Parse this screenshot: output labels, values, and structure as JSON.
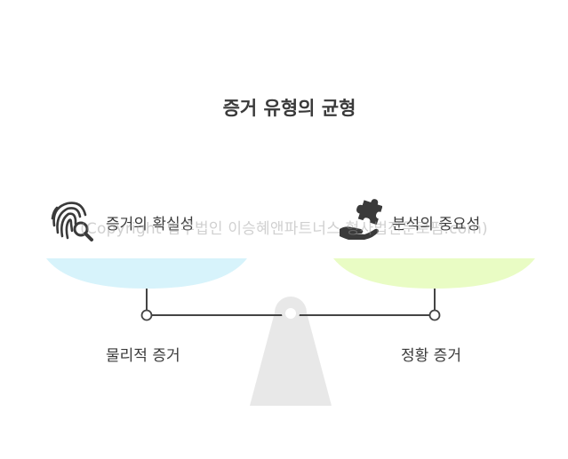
{
  "title": "증거 유형의 균형",
  "left": {
    "heading": "증거의 확실성",
    "caption": "물리적 증거",
    "icon": "fingerprint-search-icon",
    "pan_color": "#d7f3fb"
  },
  "right": {
    "heading": "분석의 중요성",
    "caption": "정황 증거",
    "icon": "puzzle-hand-icon",
    "pan_color": "#e9fcc4"
  },
  "watermark": "(Copyright 법무법인 이승혜앤파트너스 형사법전문로펌.com)",
  "colors": {
    "beam": "#444444",
    "fulcrum": "#e8e8e8",
    "text": "#3a3a3a"
  }
}
